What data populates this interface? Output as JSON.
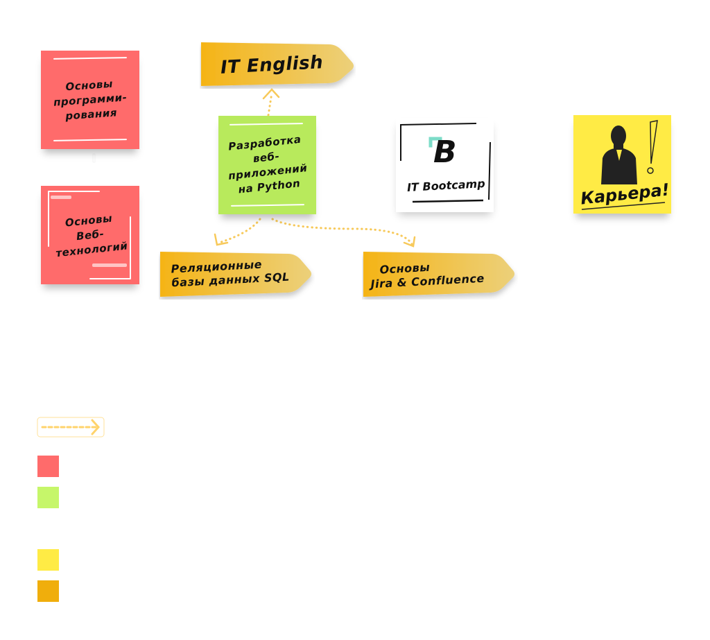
{
  "nodes": {
    "programming_basics": {
      "lines": [
        "Основы",
        "программи-",
        "рования"
      ],
      "color": "#ff6b6b"
    },
    "web_basics": {
      "lines": [
        "Основы",
        "Веб-",
        "технологий"
      ],
      "color": "#ff6b6b"
    },
    "python_web": {
      "lines": [
        "Разработка",
        "веб-",
        "приложений",
        "на Python"
      ],
      "color": "#b8ea5c"
    },
    "it_english": {
      "label": "IT English",
      "color": "#f5b416"
    },
    "sql": {
      "lines": [
        "Реляционные",
        "базы данных SQL"
      ],
      "color": "#f5b416"
    },
    "jira": {
      "lines": [
        "Основы",
        "Jira & Confluence"
      ],
      "color": "#f5b416"
    },
    "bootcamp": {
      "logo_letter": "B",
      "label": "IT Bootcamp",
      "color": "#ffffff",
      "accent": "#7ddcc8"
    },
    "career": {
      "label": "Карьера!",
      "color": "#ffeb45"
    }
  },
  "connectors": [
    {
      "from": "python_web",
      "to": "it_english",
      "style": "dotted-arrow"
    },
    {
      "from": "python_web",
      "to": "sql",
      "style": "dotted-arrow"
    },
    {
      "from": "python_web",
      "to": "jira",
      "style": "dotted-arrow"
    },
    {
      "from": "programming_basics",
      "to": "web_basics",
      "style": "line"
    }
  ],
  "legend": {
    "arrow_color": "#ffd36b",
    "swatches": [
      {
        "name": "red",
        "color": "#ff6b6b"
      },
      {
        "name": "green",
        "color": "#c6f66a"
      },
      {
        "name": "yellow",
        "color": "#ffeb45"
      },
      {
        "name": "orange",
        "color": "#f0ae0c"
      }
    ]
  }
}
